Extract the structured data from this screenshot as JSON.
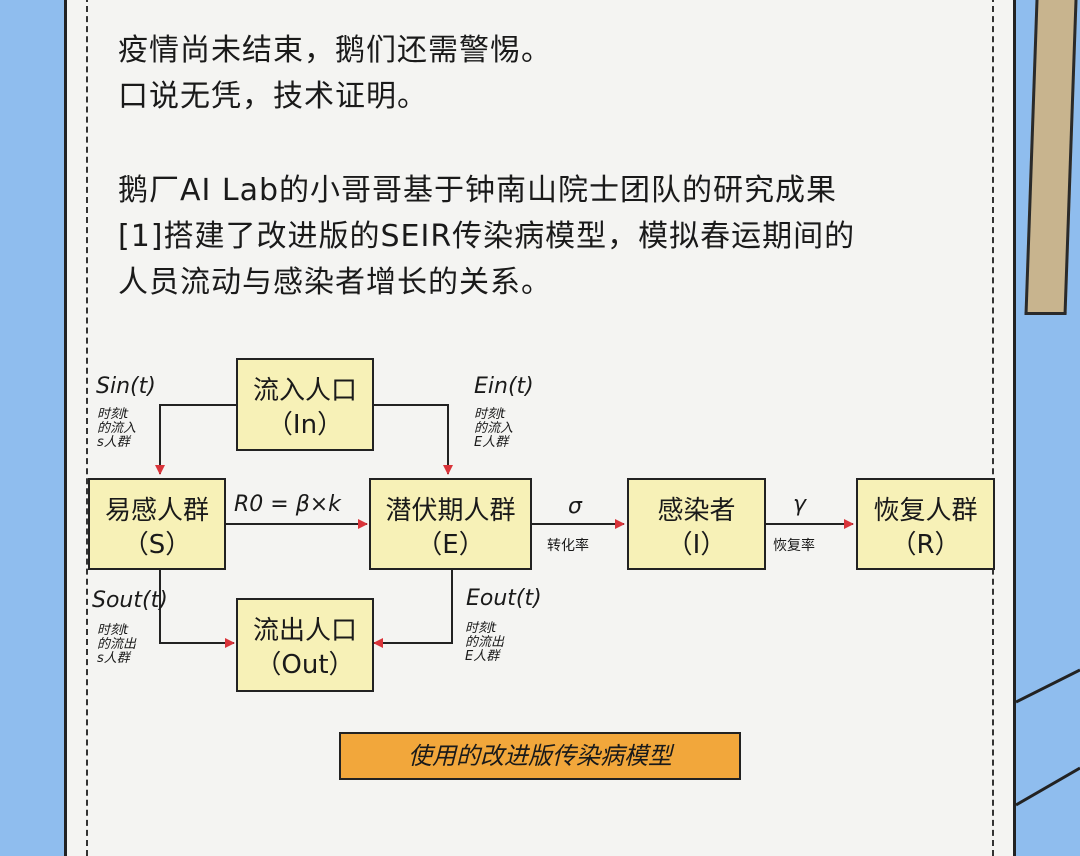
{
  "intro": {
    "line1": "疫情尚未结束，鹅们还需警惕。",
    "line2": "口说无凭，技术证明。"
  },
  "body": {
    "line1": "鹅厂AI Lab的小哥哥基于钟南山院士团队的研究成果",
    "line2": "[1]搭建了改进版的SEIR传染病模型，模拟春运期间的",
    "line3": "人员流动与感染者增长的关系。"
  },
  "diagram": {
    "nodes": {
      "inflow": {
        "name": "流入人口",
        "code": "（In）"
      },
      "susceptible": {
        "name": "易感人群",
        "code": "（S）"
      },
      "exposed": {
        "name": "潜伏期人群",
        "code": "（E）"
      },
      "infected": {
        "name": "感染者",
        "code": "（I）"
      },
      "recovered": {
        "name": "恢复人群",
        "code": "（R）"
      },
      "outflow": {
        "name": "流出人口",
        "code": "（Out）"
      }
    },
    "edges": {
      "s_in_symbol": "Sin(t)",
      "s_in_desc": [
        "时刻t",
        "的流入",
        "s人群"
      ],
      "e_in_symbol": "Ein(t)",
      "e_in_desc": [
        "时刻t",
        "的流入",
        "E人群"
      ],
      "s_out_symbol": "Sout(t)",
      "s_out_desc": [
        "时刻t",
        "的流出",
        "s人群"
      ],
      "e_out_symbol": "Eout(t)",
      "e_out_desc": [
        "时刻t",
        "的流出",
        "E人群"
      ],
      "r0": "R0 = β×k",
      "sigma": "σ",
      "sigma_desc": "转化率",
      "gamma": "γ",
      "gamma_desc": "恢复率"
    },
    "caption": "使用的改进版传染病模型"
  },
  "colors": {
    "box_fill": "#f7f1b7",
    "arrow": "#d9343a",
    "caption_fill": "#f2a73b",
    "sky": "#8fbdee"
  }
}
